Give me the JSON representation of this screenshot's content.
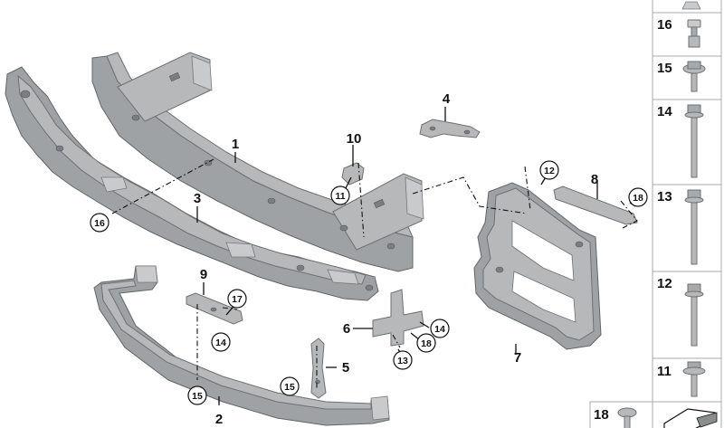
{
  "callouts": {
    "c1": "1",
    "c2": "2",
    "c3": "3",
    "c4": "4",
    "c5": "5",
    "c6": "6",
    "c7": "7",
    "c8": "8",
    "c9": "9",
    "c10": "10",
    "c11": "11",
    "c12": "12",
    "c13": "13",
    "c14a": "14",
    "c14b": "14",
    "c15a": "15",
    "c15b": "15",
    "c16": "16",
    "c17": "17",
    "c18a": "18",
    "c18b": "18"
  },
  "parts_list": {
    "p16": "16",
    "p15": "15",
    "p14": "14",
    "p13": "13",
    "p12": "12",
    "p11": "11",
    "p18": "18"
  }
}
